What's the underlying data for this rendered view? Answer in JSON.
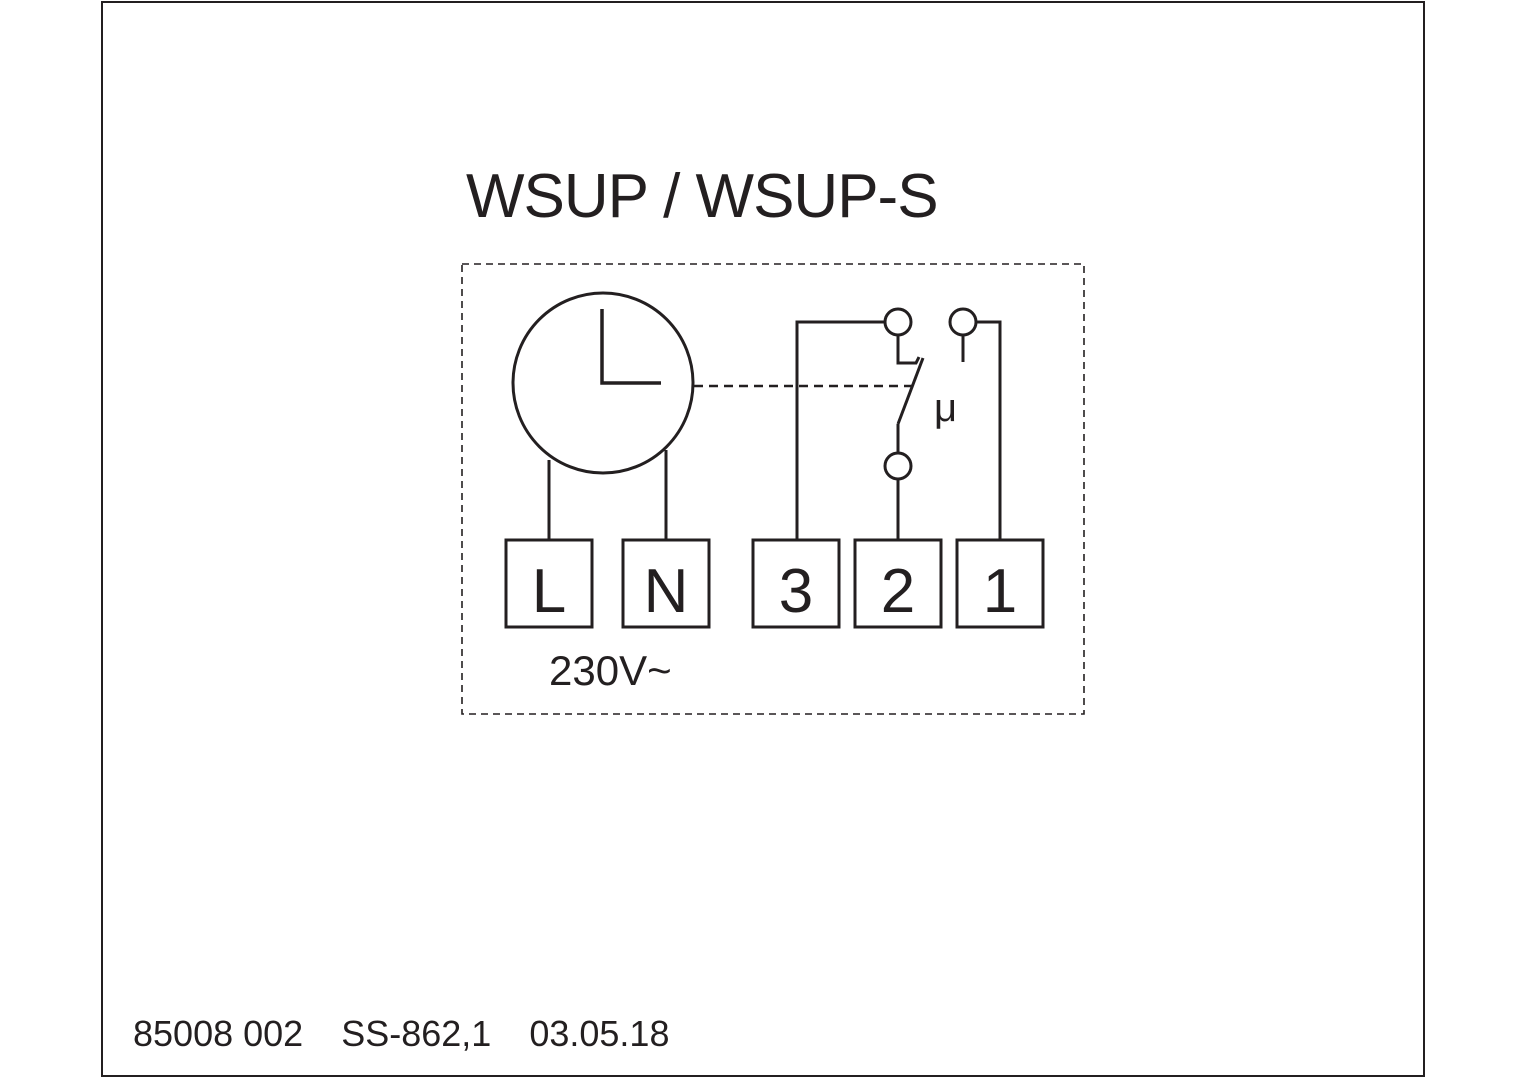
{
  "title": "WSUP / WSUP-S",
  "terminals": {
    "L": "L",
    "N": "N",
    "t3": "3",
    "t2": "2",
    "t1": "1"
  },
  "supply_label": "230V~",
  "contact_symbol": "μ",
  "footer": {
    "part_number": "85008 002",
    "reference": "SS-862,1",
    "date": "03.05.18"
  },
  "icons": [
    "clock-motor-icon",
    "changeover-contact-icon"
  ],
  "colors": {
    "line": "#231f20",
    "background": "#ffffff"
  }
}
